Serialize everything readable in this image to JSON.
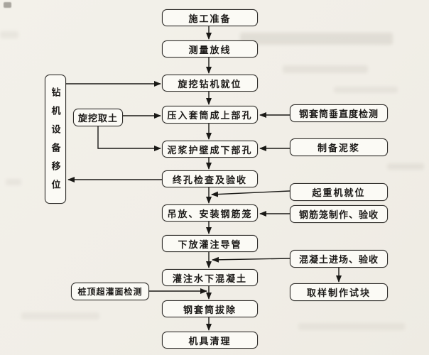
{
  "palette": {
    "background": "#f1eee7",
    "box_fill": "#fbfaf5",
    "box_border": "#2e2c29",
    "line_color": "#1a1916",
    "text_color": "#1c1a18"
  },
  "flowchart": {
    "description_type": "construction-process-flowchart",
    "main_sequence": [
      {
        "label": "施工准备"
      },
      {
        "label": "测量放线"
      },
      {
        "label": "旋挖钻机就位"
      },
      {
        "label": "压入套筒成上部孔"
      },
      {
        "label": "泥浆护壁成下部孔"
      },
      {
        "label": "终孔检查及验收"
      },
      {
        "label": "吊放、安装钢筋笼"
      },
      {
        "label": "下放灌注导管"
      },
      {
        "label": "灌注水下混凝土"
      },
      {
        "label": "钢套筒拔除"
      },
      {
        "label": "机具清理"
      }
    ],
    "left_nodes": [
      {
        "label": "钻机设备移位",
        "orientation": "vertical"
      },
      {
        "label": "旋挖取土"
      },
      {
        "label": "桩顶超灌面检测"
      }
    ],
    "right_nodes": [
      {
        "label": "钢套筒垂直度检测"
      },
      {
        "label": "制备泥浆"
      },
      {
        "label": "起重机就位"
      },
      {
        "label": "钢筋笼制作、验收"
      },
      {
        "label": "混凝土进场、验收"
      },
      {
        "label": "取样制作试块"
      }
    ],
    "edges": [
      {
        "from": "施工准备",
        "to": "测量放线"
      },
      {
        "from": "测量放线",
        "to": "旋挖钻机就位"
      },
      {
        "from": "旋挖钻机就位",
        "to": "压入套筒成上部孔"
      },
      {
        "from": "压入套筒成上部孔",
        "to": "泥浆护壁成下部孔"
      },
      {
        "from": "泥浆护壁成下部孔",
        "to": "终孔检查及验收"
      },
      {
        "from": "终孔检查及验收",
        "to": "吊放、安装钢筋笼"
      },
      {
        "from": "吊放、安装钢筋笼",
        "to": "下放灌注导管"
      },
      {
        "from": "下放灌注导管",
        "to": "灌注水下混凝土"
      },
      {
        "from": "灌注水下混凝土",
        "to": "钢套筒拔除"
      },
      {
        "from": "钢套筒拔除",
        "to": "机具清理"
      },
      {
        "from": "钻机设备移位",
        "to": "旋挖钻机就位"
      },
      {
        "from": "终孔检查及验收",
        "to": "钻机设备移位"
      },
      {
        "from": "旋挖取土",
        "to": "压入套筒成上部孔"
      },
      {
        "from": "旋挖取土",
        "to": "泥浆护壁成下部孔"
      },
      {
        "from": "钢套筒垂直度检测",
        "to": "压入套筒成上部孔"
      },
      {
        "from": "制备泥浆",
        "to": "泥浆护壁成下部孔"
      },
      {
        "from": "起重机就位",
        "to": "吊放、安装钢筋笼"
      },
      {
        "from": "钢筋笼制作、验收",
        "to": "吊放、安装钢筋笼"
      },
      {
        "from": "混凝土进场、验收",
        "to": "灌注水下混凝土"
      },
      {
        "from": "混凝土进场、验收",
        "to": "取样制作试块"
      },
      {
        "from": "桩顶超灌面检测",
        "to": "钢套筒拔除"
      }
    ]
  }
}
